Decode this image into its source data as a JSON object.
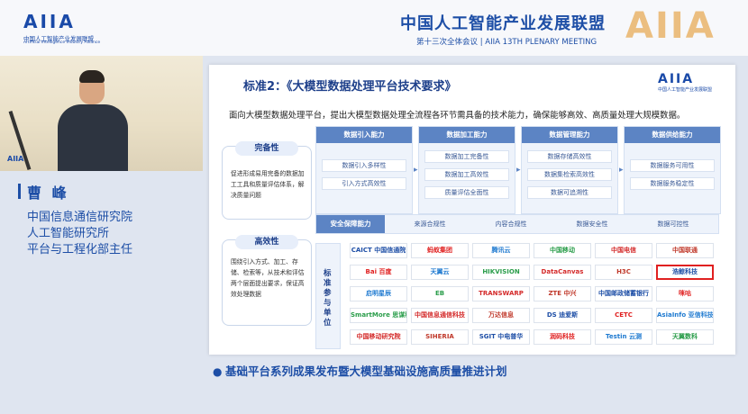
{
  "header": {
    "logo_mark": "AIIA",
    "logo_cn": "中国人工智能产业发展联盟",
    "logo_en": "Artificial Intelligence Industry Alliance",
    "title": "中国人工智能产业发展联盟",
    "subtitle": "第十三次全体会议 | AIIA 13TH PLENARY MEETING",
    "big_mark": "AIIA"
  },
  "speaker": {
    "name": "曹 峰",
    "org_line1": "中国信息通信研究院",
    "org_line2": "人工智能研究所",
    "org_line3": "平台与工程化部主任",
    "video_logo": "AIIA"
  },
  "slide": {
    "title": "标准2：《大模型数据处理平台技术要求》",
    "logo_mark": "AIIA",
    "logo_cn": "中国人工智能产业发展联盟",
    "description": "面向大模型数据处理平台，提出大模型数据处理全流程各环节需具备的技术能力，确保能够高效、高质量处理大规模数据。",
    "cards": [
      {
        "title": "完备性",
        "body": "促进形成易用完备的数据加工工具和质量评估体系，解决质量问题"
      },
      {
        "title": "高效性",
        "body": "围绕引入方式、加工、存储、检索等，从技术和评估两个层面提出要求，保证高效处理数据"
      }
    ],
    "capabilities": [
      {
        "title": "数据引入能力",
        "items": [
          "数据引入多样性",
          "引入方式高效性"
        ]
      },
      {
        "title": "数据加工能力",
        "items": [
          "数据加工完备性",
          "数据加工高效性",
          "质量评估全面性"
        ]
      },
      {
        "title": "数据管理能力",
        "items": [
          "数据存储高效性",
          "数据集检索高效性",
          "数据可追溯性"
        ]
      },
      {
        "title": "数据供给能力",
        "items": [
          "数据服务可用性",
          "数据服务稳定性"
        ]
      }
    ],
    "security": {
      "title": "安全保障能力",
      "items": [
        "来源合规性",
        "内容合规性",
        "数据安全性",
        "数据可控性"
      ]
    },
    "participants_label": "标准参与单位",
    "participants": [
      [
        "CAICT 中国信通院",
        "蚂蚁集团",
        "腾讯云",
        "中国移动",
        "中国电信",
        "中国联通"
      ],
      [
        "Bai 百度",
        "天翼云",
        "HIKVISION",
        "DataCanvas",
        "H3C",
        "浩鲸科技"
      ],
      [
        "启明星辰",
        "EB",
        "TRANSWARP",
        "ZTE 中兴",
        "中国邮政储蓄银行",
        "咪咕"
      ],
      [
        "SmartMore 思谋科技",
        "中国信息通信科技",
        "万达信息",
        "DS 迪爱斯",
        "CETC",
        "AsiaInfo 亚信科技"
      ],
      [
        "中国移动研究院",
        "SIHERIA",
        "SGIT 中电普华",
        "润码科技",
        "Testin 云测",
        "天翼数科"
      ]
    ],
    "highlighted": "浩鲸科技"
  },
  "caption": "基础平台系列成果发布暨大模型基础设施高质量推进计划",
  "colors": {
    "brand_blue": "#1d4ea6",
    "cap_header": "#5c84c4",
    "highlight_border": "#e02020",
    "accent_gold": "#e9b56b"
  }
}
